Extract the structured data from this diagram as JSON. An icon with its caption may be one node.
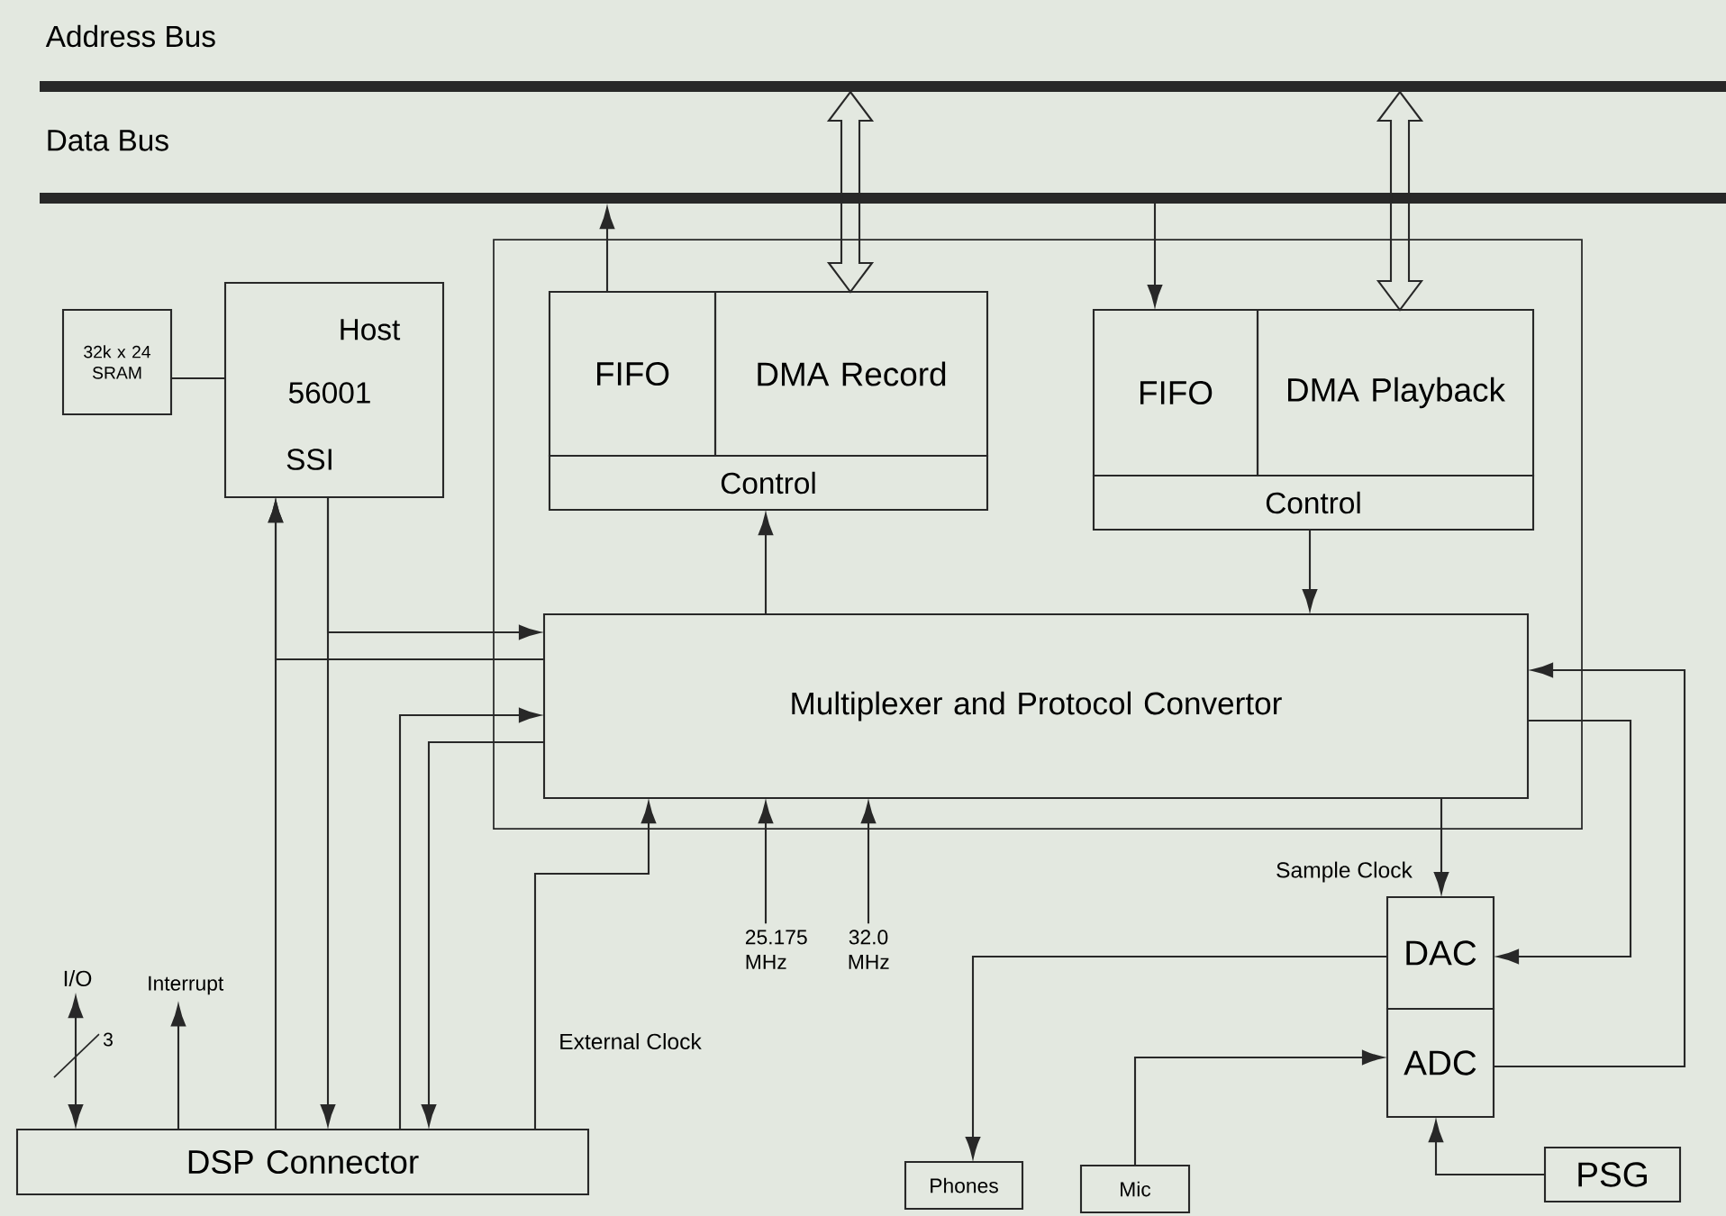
{
  "diagram": {
    "nodes": [
      {
        "text": [
          "Address Bus"
        ]
      },
      {
        "text": [
          "Data Bus"
        ]
      },
      {
        "text": [
          "32k x 24 SRAM"
        ]
      },
      {
        "text": [
          "Host",
          "56001",
          "SSI"
        ]
      },
      {
        "text": [
          "FIFO"
        ]
      },
      {
        "text": [
          "DMA Record"
        ]
      },
      {
        "text": [
          "Control"
        ]
      },
      {
        "text": [
          "FIFO"
        ]
      },
      {
        "text": [
          "DMA Playback"
        ]
      },
      {
        "text": [
          "Control"
        ]
      },
      {
        "text": [
          "Multiplexer and Protocol Convertor"
        ]
      },
      {
        "text": [
          "DSP Connector"
        ]
      },
      {
        "text": [
          "25.175 MHz"
        ]
      },
      {
        "text": [
          "32.0 MHz"
        ]
      },
      {
        "text": [
          "DAC"
        ]
      },
      {
        "text": [
          "ADC"
        ]
      },
      {
        "text": [
          "Phones"
        ]
      },
      {
        "text": [
          "Mic"
        ]
      },
      {
        "text": [
          "PSG"
        ]
      },
      {
        "text": [
          "I/O"
        ]
      },
      {
        "text": [
          "Interrupt"
        ]
      }
    ],
    "edges": [
      {
        "from": 4,
        "to": 1,
        "arrow": "to"
      },
      {
        "from": 0,
        "to": 5,
        "arrow": "both",
        "style": "thick"
      },
      {
        "from": 1,
        "to": 7,
        "arrow": "to"
      },
      {
        "from": 0,
        "to": 8,
        "arrow": "both",
        "style": "thick"
      },
      {
        "from": 10,
        "to": 6,
        "arrow": "to"
      },
      {
        "from": 9,
        "to": 10,
        "arrow": "to"
      },
      {
        "from": 11,
        "to": 3,
        "arrow": "to"
      },
      {
        "from": 3,
        "to": 11,
        "arrow": "to"
      },
      {
        "from": 3,
        "to": 10,
        "arrow": "to"
      },
      {
        "from": 10,
        "to": 3,
        "arrow": "to"
      },
      {
        "from": 11,
        "to": 10,
        "arrow": "to"
      },
      {
        "from": 10,
        "to": 11,
        "arrow": "to"
      },
      {
        "from": 11,
        "to": 10,
        "arrow": "to",
        "label": "External Clock"
      },
      {
        "from": 12,
        "to": 10,
        "arrow": "to"
      },
      {
        "from": 13,
        "to": 10,
        "arrow": "to"
      },
      {
        "from": 10,
        "to": 14,
        "arrow": "to",
        "label": "Sample Clock"
      },
      {
        "from": 10,
        "to": 14,
        "arrow": "to"
      },
      {
        "from": 15,
        "to": 10,
        "arrow": "to"
      },
      {
        "from": 14,
        "to": 16,
        "arrow": "to"
      },
      {
        "from": 17,
        "to": 15,
        "arrow": "to"
      },
      {
        "from": 18,
        "to": 15,
        "arrow": "to"
      },
      {
        "from": 11,
        "to": 19,
        "arrow": "both",
        "label": "3"
      },
      {
        "from": 11,
        "to": 20,
        "arrow": "to"
      },
      {
        "from": 2,
        "to": 3,
        "arrow": "none"
      }
    ]
  }
}
